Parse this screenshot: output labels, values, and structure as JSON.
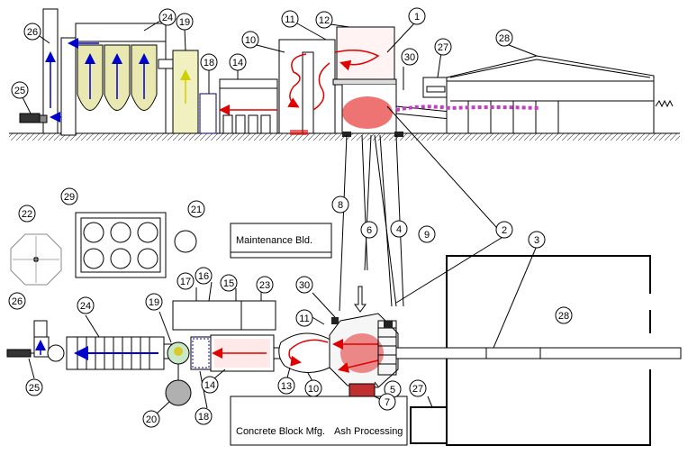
{
  "callouts": {
    "c1": "1",
    "c2": "2",
    "c3": "3",
    "c4": "4",
    "c5": "5",
    "c6": "6",
    "c7": "7",
    "c8": "8",
    "c9": "9",
    "c10": "10",
    "c11": "11",
    "c12": "12",
    "c13": "13",
    "c14": "14",
    "c15": "15",
    "c16": "16",
    "c17": "17",
    "c18": "18",
    "c19": "19",
    "c20": "20",
    "c21": "21",
    "c22": "22",
    "c23": "23",
    "c24": "24",
    "c25": "25",
    "c26": "26",
    "c27": "27",
    "c28": "28",
    "c29": "29",
    "c30": "30"
  },
  "labels": {
    "maintenance": "Maintenance  Bld.",
    "concrete": "Concrete Block Mfg.",
    "ash": "Ash Processing"
  },
  "colors": {
    "flow_red": "#e00000",
    "flow_blue": "#0000cc",
    "ash_olive": "#a0a030",
    "line": "#000000",
    "ground": "#808080"
  }
}
